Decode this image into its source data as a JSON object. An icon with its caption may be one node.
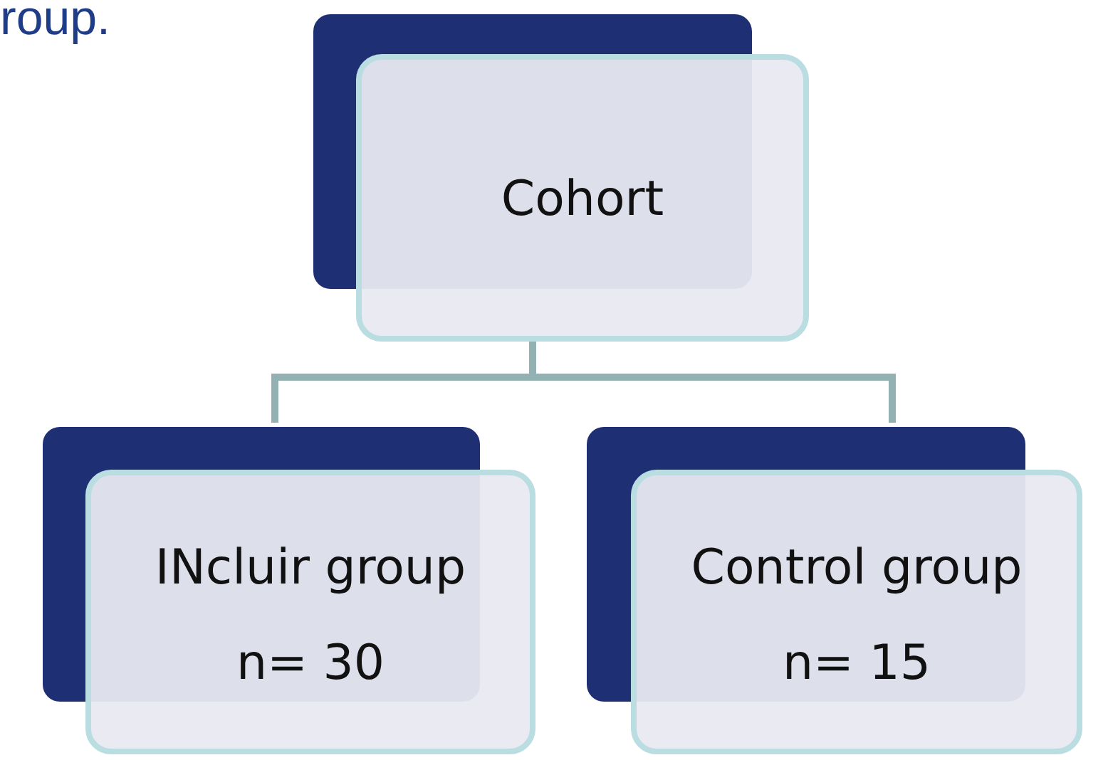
{
  "diagram": {
    "nodes": [
      {
        "text": [
          "Cohort"
        ]
      },
      {
        "text": [
          "INcluir group",
          "n= 30"
        ]
      },
      {
        "text": [
          "Control group",
          "n= 15"
        ]
      }
    ],
    "edges": [
      {
        "from": 0,
        "to": 1,
        "arrow": "none"
      },
      {
        "from": 0,
        "to": 2,
        "arrow": "none"
      }
    ],
    "labels": [
      "roup."
    ]
  }
}
